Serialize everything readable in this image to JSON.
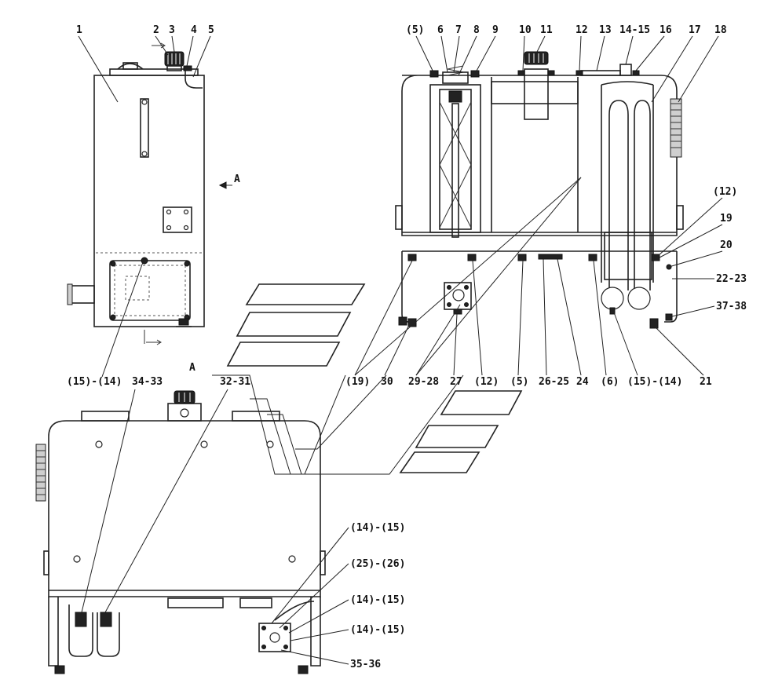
{
  "view_marker": "A",
  "view_title": "A",
  "labels": {
    "side": {
      "l1": "1",
      "l2": "2",
      "l3": "3",
      "l4": "4",
      "l5": "5",
      "l15_14": "(15)-(14)"
    },
    "front": {
      "p5": "(5)",
      "l6": "6",
      "l7": "7",
      "l8": "8",
      "l9": "9",
      "l10": "10",
      "l11": "11",
      "l12": "12",
      "l13": "13",
      "l14_15": "14-15",
      "l16": "16",
      "l17": "17",
      "l18": "18",
      "p12a": "(12)",
      "l19": "19",
      "l20": "20",
      "l22_23": "22-23",
      "l37_38": "37-38",
      "l21": "21",
      "p15_14": "(15)-(14)",
      "p6": "(6)",
      "l24": "24",
      "l26_25": "26-25",
      "p5b": "(5)",
      "p12b": "(12)",
      "l27": "27",
      "l29_28": "29-28",
      "l30": "30",
      "p19": "(19)"
    },
    "bottom": {
      "l34_33": "34-33",
      "l32_31": "32-31",
      "p14_15a": "(14)-(15)",
      "p25_26": "(25)-(26)",
      "p14_15b": "(14)-(15)",
      "p14_15c": "(14)-(15)",
      "l35_36": "35-36"
    }
  }
}
